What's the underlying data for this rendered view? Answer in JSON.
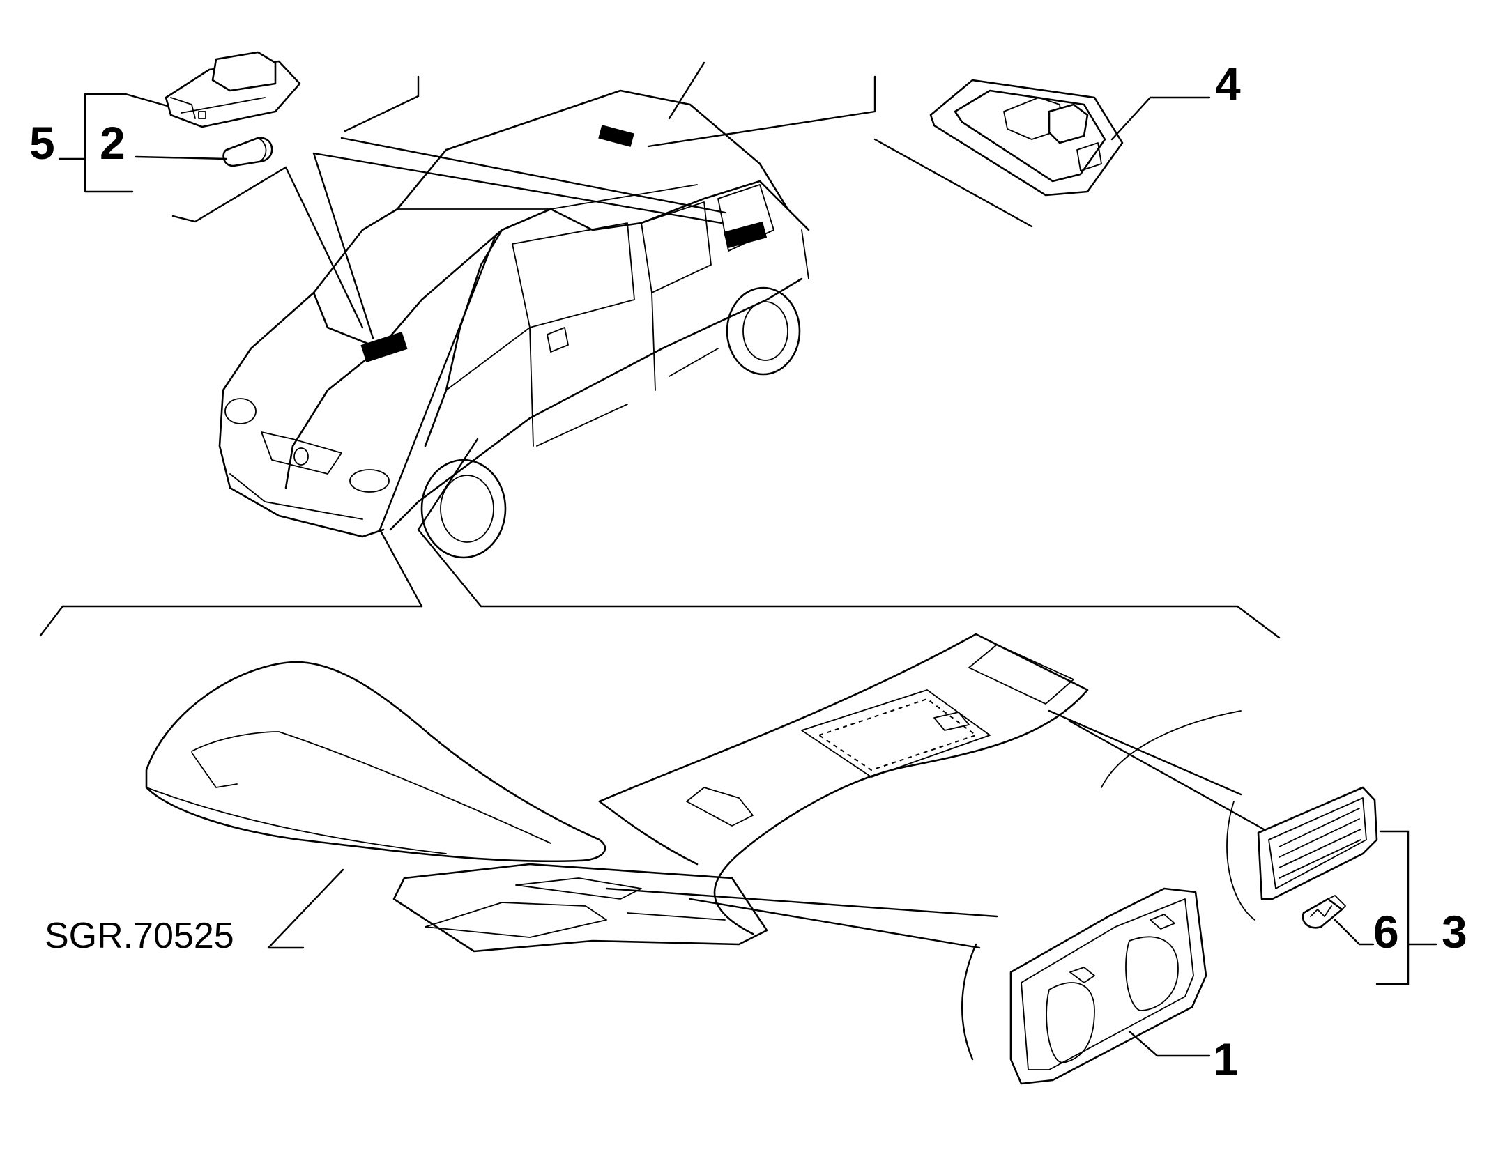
{
  "drawing_code": "SGR.70525",
  "callouts": {
    "c1": "1",
    "c2": "2",
    "c3": "3",
    "c4": "4",
    "c5": "5",
    "c6": "6"
  }
}
